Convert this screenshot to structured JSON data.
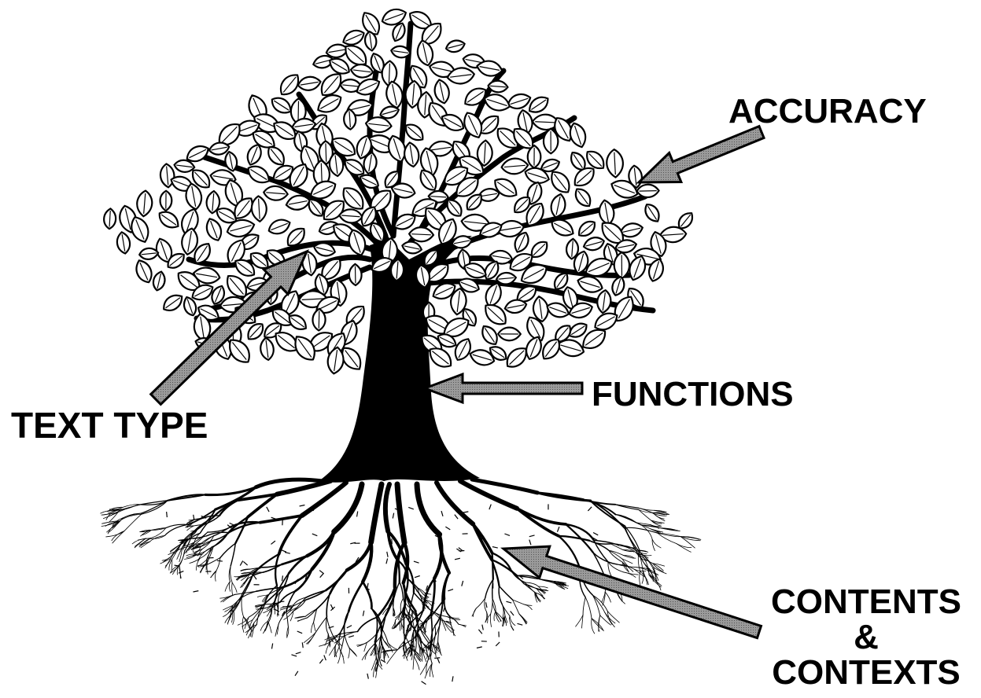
{
  "labels": {
    "accuracy": "ACCURACY",
    "functions": "FUNCTIONS",
    "text_type": "TEXT TYPE",
    "contents_line1": "CONTENTS",
    "contents_line2": "&",
    "contents_line3": "CONTEXTS"
  },
  "colors": {
    "ink": "#000000",
    "arrow_fill": "#8c8c8c",
    "background": "#ffffff"
  }
}
